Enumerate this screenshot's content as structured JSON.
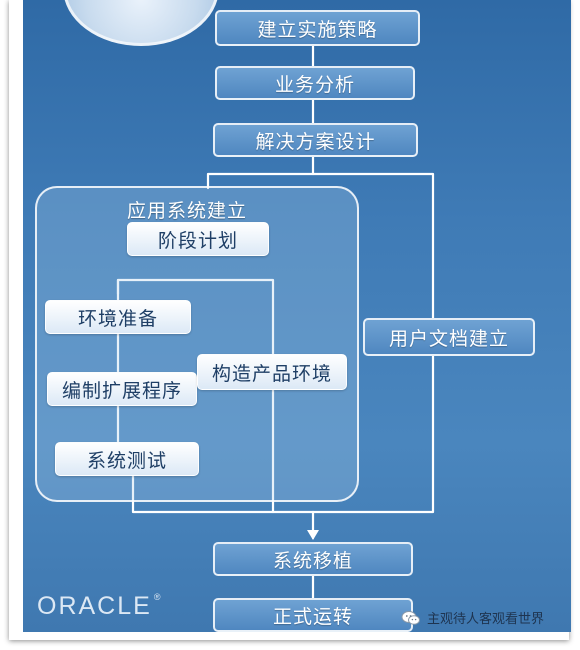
{
  "steps": {
    "strategy": "建立实施策略",
    "business_analysis": "业务分析",
    "solution_design": "解决方案设计",
    "app_system_build": "应用系统建立",
    "phase_plan": "阶段计划",
    "env_prep": "环境准备",
    "build_extension": "编制扩展程序",
    "build_prod_env": "构造产品环境",
    "system_test": "系统测试",
    "user_docs": "用户文档建立",
    "system_migration": "系统移植",
    "go_live": "正式运转"
  },
  "brand": {
    "logo_text": "ORACLE",
    "logo_mark": "®"
  },
  "watermark": {
    "icon": "wechat-icon",
    "text": "主观待人客观看世界"
  },
  "colors": {
    "background": "#3f7bb6",
    "box_blue": "#5b92c8",
    "box_white": "#ffffff",
    "connector": "#ffffff"
  }
}
